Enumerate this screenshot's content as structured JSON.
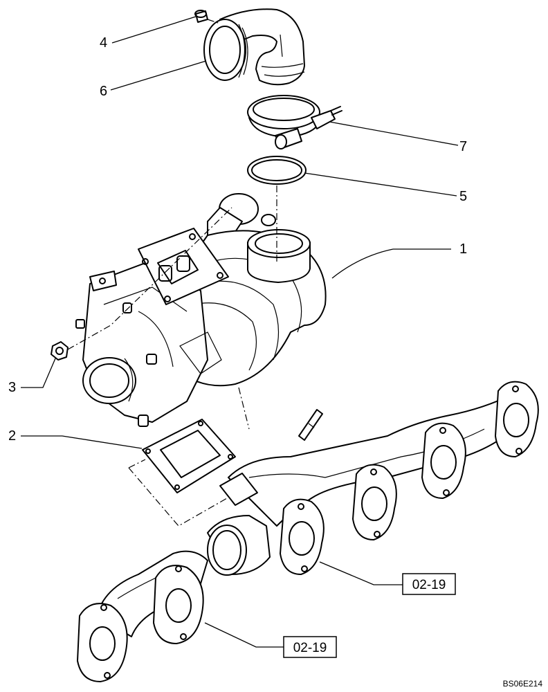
{
  "callouts": [
    {
      "id": "1",
      "label": "1"
    },
    {
      "id": "2",
      "label": "2"
    },
    {
      "id": "3",
      "label": "3"
    },
    {
      "id": "4",
      "label": "4"
    },
    {
      "id": "5",
      "label": "5"
    },
    {
      "id": "6",
      "label": "6"
    },
    {
      "id": "7",
      "label": "7"
    }
  ],
  "references": [
    {
      "label": "02-19"
    },
    {
      "label": "02-19"
    }
  ],
  "drawing_code": "BS06E214"
}
